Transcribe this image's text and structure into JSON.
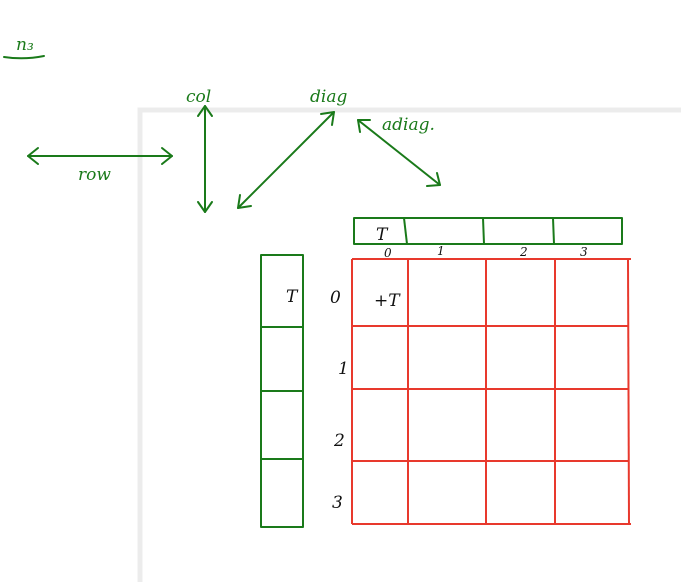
{
  "annotations": {
    "corner_scribble": "n₃",
    "row_label": "row",
    "col_label": "col",
    "diag_label": "diag",
    "adiag_label": "adiag."
  },
  "board": {
    "top_array_label": "T",
    "left_array_label": "T",
    "column_indices": [
      "0",
      "1",
      "2",
      "3"
    ],
    "row_indices": [
      "0",
      "1",
      "2",
      "3"
    ],
    "cell_0_0_mark": "+T"
  },
  "colors": {
    "green_ink": "#1a7a1a",
    "red_ink": "#e8392d",
    "page_border": "#ececec"
  }
}
